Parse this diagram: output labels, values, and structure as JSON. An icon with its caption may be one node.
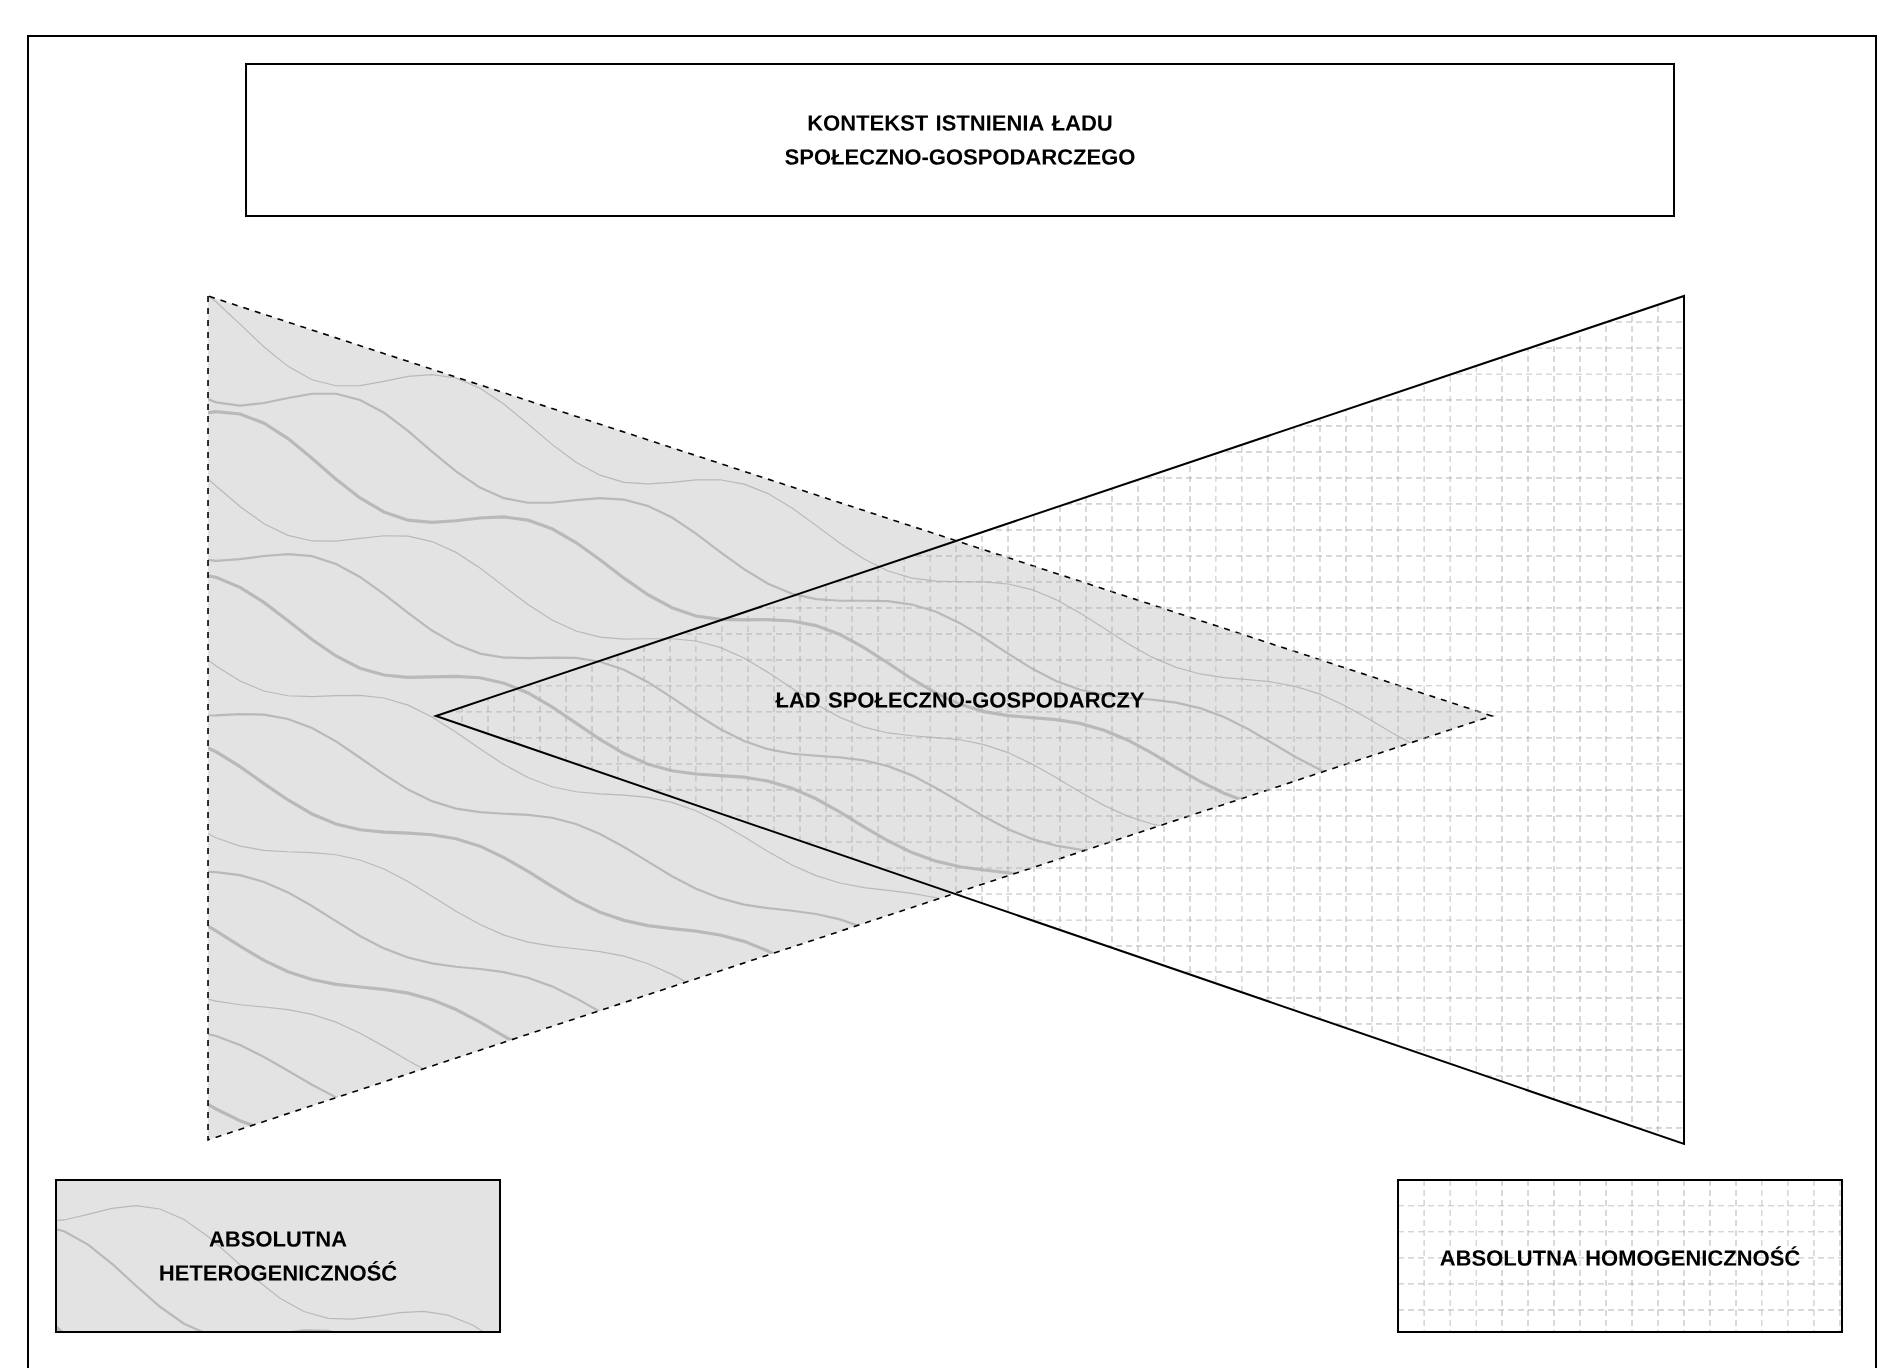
{
  "diagram": {
    "nodes": [
      {
        "text": [
          "KONTEKST ISTNIENIA ŁADU SPOŁECZNO-GOSPODARCZEGO"
        ]
      },
      {
        "text": [
          "ŁAD SPOŁECZNO-GOSPODARCZY"
        ]
      },
      {
        "text": [
          "ABSOLUTNA HETEROGENICZNOŚĆ"
        ]
      },
      {
        "text": [
          "ABSOLUTNA HOMOGENICZNOŚĆ"
        ]
      }
    ]
  }
}
